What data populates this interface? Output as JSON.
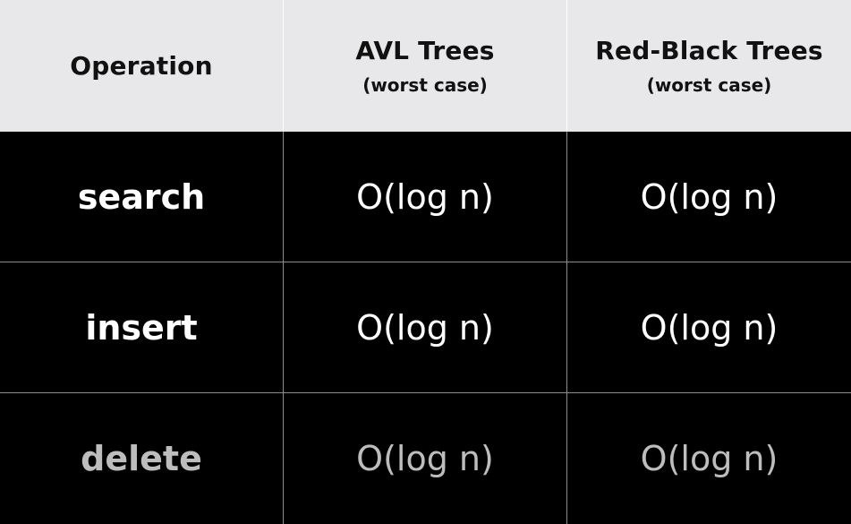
{
  "header": {
    "operation": "Operation",
    "avl_title": "AVL Trees",
    "avl_sub": "(worst case)",
    "rb_title": "Red-Black Trees",
    "rb_sub": "(worst case)"
  },
  "rows": [
    {
      "operation": "search",
      "avl": "O(log n)",
      "rb": "O(log n)"
    },
    {
      "operation": "insert",
      "avl": "O(log n)",
      "rb": "O(log n)"
    },
    {
      "operation": "delete",
      "avl": "O(log n)",
      "rb": "O(log n)"
    }
  ],
  "colors": {
    "header_bg": "#e8e7ea",
    "body_bg": "#000000",
    "text_light": "#ffffff",
    "text_dim": "#bdbdbd",
    "grid_line": "#8c8c8c"
  }
}
